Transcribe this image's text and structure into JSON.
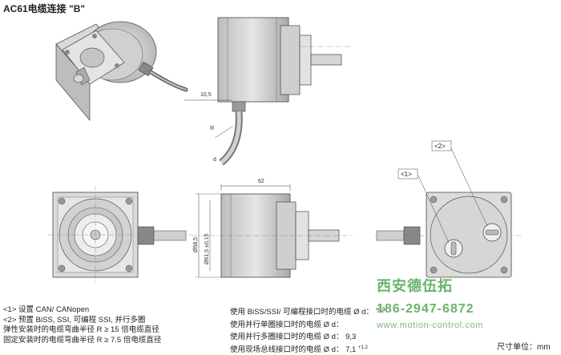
{
  "title": "AC61电缆连接 \"B\"",
  "dims": {
    "d10_5": "10,5",
    "radius": "R",
    "d": "d",
    "d62": "62",
    "dia58": "Ø58,5",
    "dia61": "Ø61,5 ±0,15"
  },
  "callouts": {
    "c1": "<1>",
    "c2": "<2>"
  },
  "notes": [
    "<1> 设置 CAN/ CANopen",
    "<2> 预置 BiSS, SSI, 可编程 SSI, 并行多圈",
    "弹性安装时的电缆弯曲半径 R ≥ 15 倍电缆直径",
    "固定安装时的电缆弯曲半径 R ≥ 7.5 倍电缆直径"
  ],
  "cables": [
    {
      "text": "使用 BiSS/SSI/ 可编程接口时的电缆 Ø d：",
      "value": "",
      "tol": "+0,9"
    },
    {
      "text": "使用并行单圈接口时的电缆 Ø d：",
      "value": "",
      "tol": ""
    },
    {
      "text": "使用并行多圈接口时的电缆 Ø d：",
      "value": "9,3",
      "tol": ""
    },
    {
      "text": "使用现场总线接口时的电缆 Ø d：",
      "value": "7,1",
      "tol": "+1,2"
    }
  ],
  "unit": "尺寸单位：mm",
  "watermark": {
    "brand": "西安德伍拓",
    "phone": "186-2947-6872",
    "url": "www.motion-control.com"
  }
}
